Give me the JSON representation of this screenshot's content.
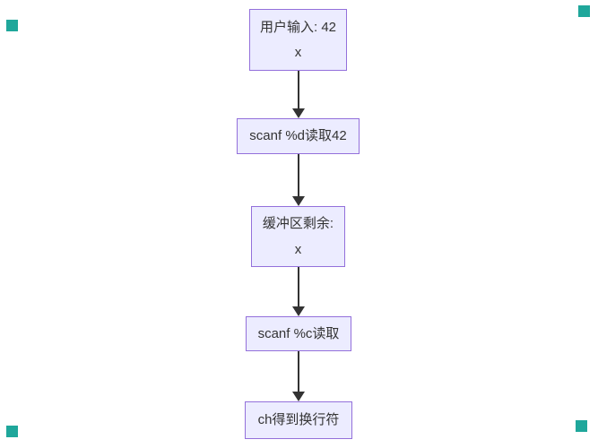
{
  "flowchart": {
    "node_fill": "#ECECFF",
    "node_border": "#9370DB",
    "text_color": "#333333",
    "arrow_color": "#333333",
    "nodes": [
      {
        "id": "user-input",
        "lines": [
          "用户输入: 42",
          "x"
        ]
      },
      {
        "id": "scanf-d-read",
        "lines": [
          "scanf %d读取42"
        ]
      },
      {
        "id": "buffer-remaining",
        "lines": [
          "缓冲区剩余:",
          "x"
        ]
      },
      {
        "id": "scanf-c-read",
        "lines": [
          "scanf %c读取"
        ]
      },
      {
        "id": "ch-newline",
        "lines": [
          "ch得到换行符"
        ]
      }
    ]
  },
  "handles": {
    "color": "#1FA79B"
  }
}
